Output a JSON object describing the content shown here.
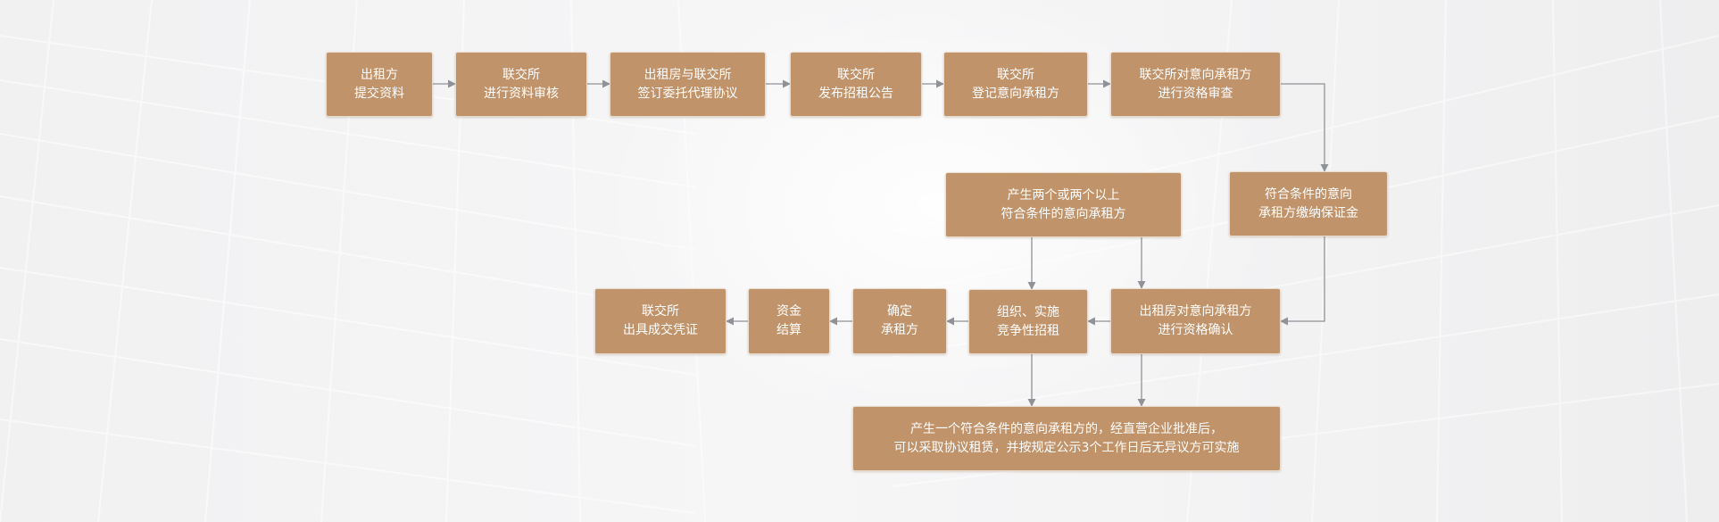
{
  "colors": {
    "node_fill": "#c0936a",
    "node_text": "#ffffff",
    "arrow": "#8f9296",
    "background": "#f3f3f4"
  },
  "flow": {
    "nodes": [
      {
        "id": "n1",
        "lines": [
          "出租方",
          "提交资料"
        ]
      },
      {
        "id": "n2",
        "lines": [
          "联交所",
          "进行资料审核"
        ]
      },
      {
        "id": "n3",
        "lines": [
          "出租房与联交所",
          "签订委托代理协议"
        ]
      },
      {
        "id": "n4",
        "lines": [
          "联交所",
          "发布招租公告"
        ]
      },
      {
        "id": "n5",
        "lines": [
          "联交所",
          "登记意向承租方"
        ]
      },
      {
        "id": "n6",
        "lines": [
          "联交所对意向承租方",
          "进行资格审查"
        ]
      },
      {
        "id": "n7",
        "lines": [
          "符合条件的意向",
          "承租方缴纳保证金"
        ]
      },
      {
        "id": "n8",
        "lines": [
          "产生两个或两个以上",
          "符合条件的意向承租方"
        ]
      },
      {
        "id": "n9",
        "lines": [
          "出租房对意向承租方",
          "进行资格确认"
        ]
      },
      {
        "id": "n10",
        "lines": [
          "组织、实施",
          "竞争性招租"
        ]
      },
      {
        "id": "n11",
        "lines": [
          "确定",
          "承租方"
        ]
      },
      {
        "id": "n12",
        "lines": [
          "资金",
          "结算"
        ]
      },
      {
        "id": "n13",
        "lines": [
          "联交所",
          "出具成交凭证"
        ]
      },
      {
        "id": "n14",
        "lines": [
          "产生一个符合条件的意向承租方的，经直营企业批准后，",
          "可以采取协议租赁，并按规定公示3个工作日后无异议方可实施"
        ]
      }
    ],
    "edges": [
      {
        "from": "n1",
        "to": "n2"
      },
      {
        "from": "n2",
        "to": "n3"
      },
      {
        "from": "n3",
        "to": "n4"
      },
      {
        "from": "n4",
        "to": "n5"
      },
      {
        "from": "n5",
        "to": "n6"
      },
      {
        "from": "n6",
        "to": "n7"
      },
      {
        "from": "n7",
        "to": "n9"
      },
      {
        "from": "n8",
        "to": "n10"
      },
      {
        "from": "n8",
        "to": "n9"
      },
      {
        "from": "n9",
        "to": "n10"
      },
      {
        "from": "n10",
        "to": "n11"
      },
      {
        "from": "n11",
        "to": "n12"
      },
      {
        "from": "n12",
        "to": "n13"
      },
      {
        "from": "n10",
        "to": "n14"
      },
      {
        "from": "n9",
        "to": "n14"
      }
    ]
  }
}
